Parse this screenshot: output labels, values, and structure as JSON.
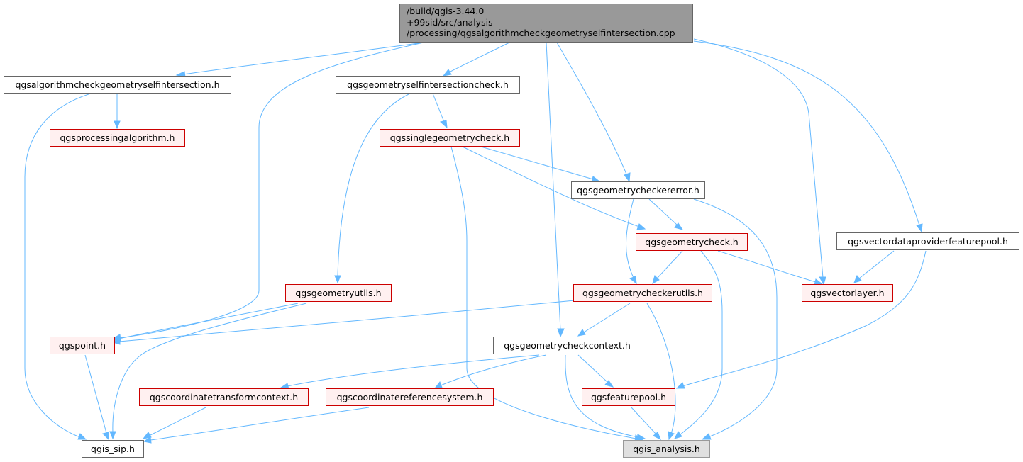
{
  "root": {
    "line1": "/build/qgis-3.44.0",
    "line2": "+99sid/src/analysis",
    "line3": "/processing/qgsalgorithmcheckgeometryselfintersection.cpp"
  },
  "nodes": {
    "algo_h": "qgsalgorithmcheckgeometryselfintersection.h",
    "selfint_check_h": "qgsgeometryselfintersectioncheck.h",
    "processing_algo_h": "qgsprocessingalgorithm.h",
    "single_check_h": "qgssinglegeometrycheck.h",
    "checker_error_h": "qgsgeometrycheckererror.h",
    "vector_dp_pool_h": "qgsvectordataproviderfeaturepool.h",
    "geom_check_h": "qgsgeometrycheck.h",
    "geom_utils_h": "qgsgeometryutils.h",
    "checker_utils_h": "qgsgeometrycheckerutils.h",
    "vector_layer_h": "qgsvectorlayer.h",
    "point_h": "qgspoint.h",
    "check_context_h": "qgsgeometrycheckcontext.h",
    "coord_transform_ctx_h": "qgscoordinatetransformcontext.h",
    "crs_h": "qgscoordinatereferencesystem.h",
    "feature_pool_h": "qgsfeaturepool.h",
    "sip_h": "qgis_sip.h",
    "analysis_h": "qgis_analysis.h"
  },
  "colors": {
    "edge": "#63b8ff",
    "root_fill": "#999999",
    "gray_fill": "#e0e0e0",
    "red_fill": "#fff0f0",
    "red_border": "#cc0000"
  }
}
